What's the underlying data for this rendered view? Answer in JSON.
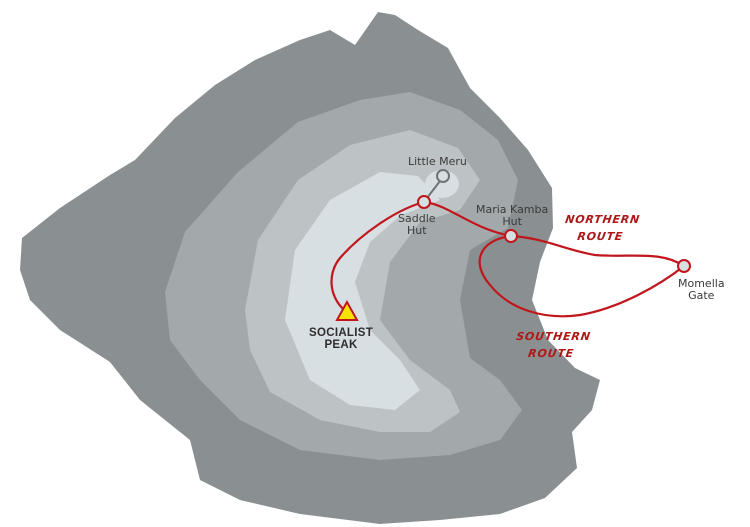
{
  "map": {
    "colors": {
      "outer": "#8a9091",
      "middle": "#a3a9aa",
      "upper": "#bdc3c4",
      "summit": "#d7dfe2",
      "route": "#c0161c",
      "peak_marker": "#f5e400"
    },
    "peak": {
      "line1": "SOCIALIST",
      "line2": "PEAK",
      "icon": "triangle-peak-icon"
    },
    "places": [
      {
        "line1": "Little Meru",
        "line2": ""
      },
      {
        "line1": "Saddle",
        "line2": "Hut"
      },
      {
        "line1": "Maria Kamba",
        "line2": "Hut"
      },
      {
        "line1": "Momella",
        "line2": "Gate"
      }
    ],
    "routes": [
      {
        "line1": "NORTHERN",
        "line2": "ROUTE"
      },
      {
        "line1": "SOUTHERN",
        "line2": "ROUTE"
      }
    ]
  }
}
